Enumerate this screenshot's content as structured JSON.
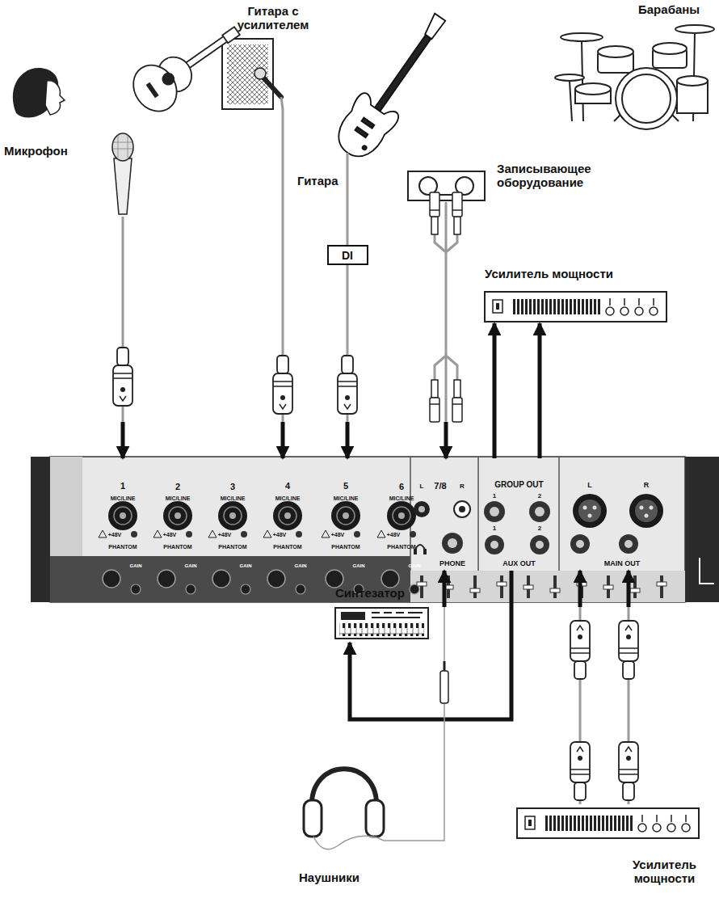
{
  "diagram": {
    "nodes": [
      {
        "text": [
          "Микрофон"
        ]
      },
      {
        "text": [
          "Гитара с усилителем"
        ]
      },
      {
        "text": [
          "Гитара"
        ]
      },
      {
        "text": [
          "DI"
        ]
      },
      {
        "text": [
          "Записывающее оборудование"
        ]
      },
      {
        "text": [
          "Барабаны"
        ]
      },
      {
        "text": [
          "Усилитель мощности"
        ]
      },
      {
        "text": [
          "1"
        ]
      },
      {
        "text": [
          "4"
        ]
      },
      {
        "text": [
          "5"
        ]
      },
      {
        "text": [
          "7/8"
        ]
      },
      {
        "text": [
          "GROUP OUT"
        ]
      },
      {
        "text": [
          "PHONE"
        ]
      },
      {
        "text": [
          "AUX OUT"
        ]
      },
      {
        "text": [
          "MAIN OUT"
        ]
      },
      {
        "text": [
          "Синтезатор"
        ]
      },
      {
        "text": [
          "Наушники"
        ]
      },
      {
        "text": [
          "Усилитель мощности"
        ]
      }
    ],
    "edges": [
      {
        "from": 0,
        "to": 7,
        "arrow": "to"
      },
      {
        "from": 1,
        "to": 8,
        "arrow": "to"
      },
      {
        "from": 2,
        "to": 3,
        "arrow": "none"
      },
      {
        "from": 3,
        "to": 9,
        "arrow": "to"
      },
      {
        "from": 4,
        "to": 10,
        "arrow": "to"
      },
      {
        "from": 11,
        "to": 6,
        "arrow": "to"
      },
      {
        "from": 11,
        "to": 6,
        "arrow": "to"
      },
      {
        "from": 13,
        "to": 15,
        "arrow": "to"
      },
      {
        "from": 16,
        "to": 12,
        "arrow": "to"
      },
      {
        "from": 17,
        "to": 14,
        "arrow": "to"
      },
      {
        "from": 17,
        "to": 14,
        "arrow": "to"
      }
    ],
    "labels": [
      "2",
      "3",
      "6",
      "MIC/LINE",
      "MIC/LINE",
      "MIC/LINE",
      "MIC/LINE",
      "MIC/LINE",
      "MIC/LINE",
      "+48V",
      "+48V",
      "+48V",
      "+48V",
      "+48V",
      "+48V",
      "PHANTOM",
      "PHANTOM",
      "PHANTOM",
      "PHANTOM",
      "PHANTOM",
      "PHANTOM",
      "GAIN",
      "GAIN",
      "GAIN",
      "GAIN",
      "GAIN",
      "GAIN",
      "L",
      "R",
      "1",
      "2",
      "1",
      "2",
      "L",
      "R"
    ]
  }
}
